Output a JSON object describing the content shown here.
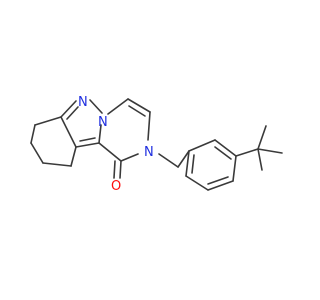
{
  "structure": {
    "type": "2D skeletal structure",
    "atoms": {
      "n_indazole": {
        "symbol": "N",
        "color": "#1f2fe0"
      },
      "n_bridge": {
        "symbol": "N",
        "color": "#1f2fe0"
      },
      "n_amide": {
        "symbol": "N",
        "color": "#1f2fe0"
      },
      "o_carbonyl": {
        "symbol": "O",
        "color": "#ff0d0d"
      }
    },
    "bond_color": "#3a3a3a",
    "background": "#ffffff"
  }
}
